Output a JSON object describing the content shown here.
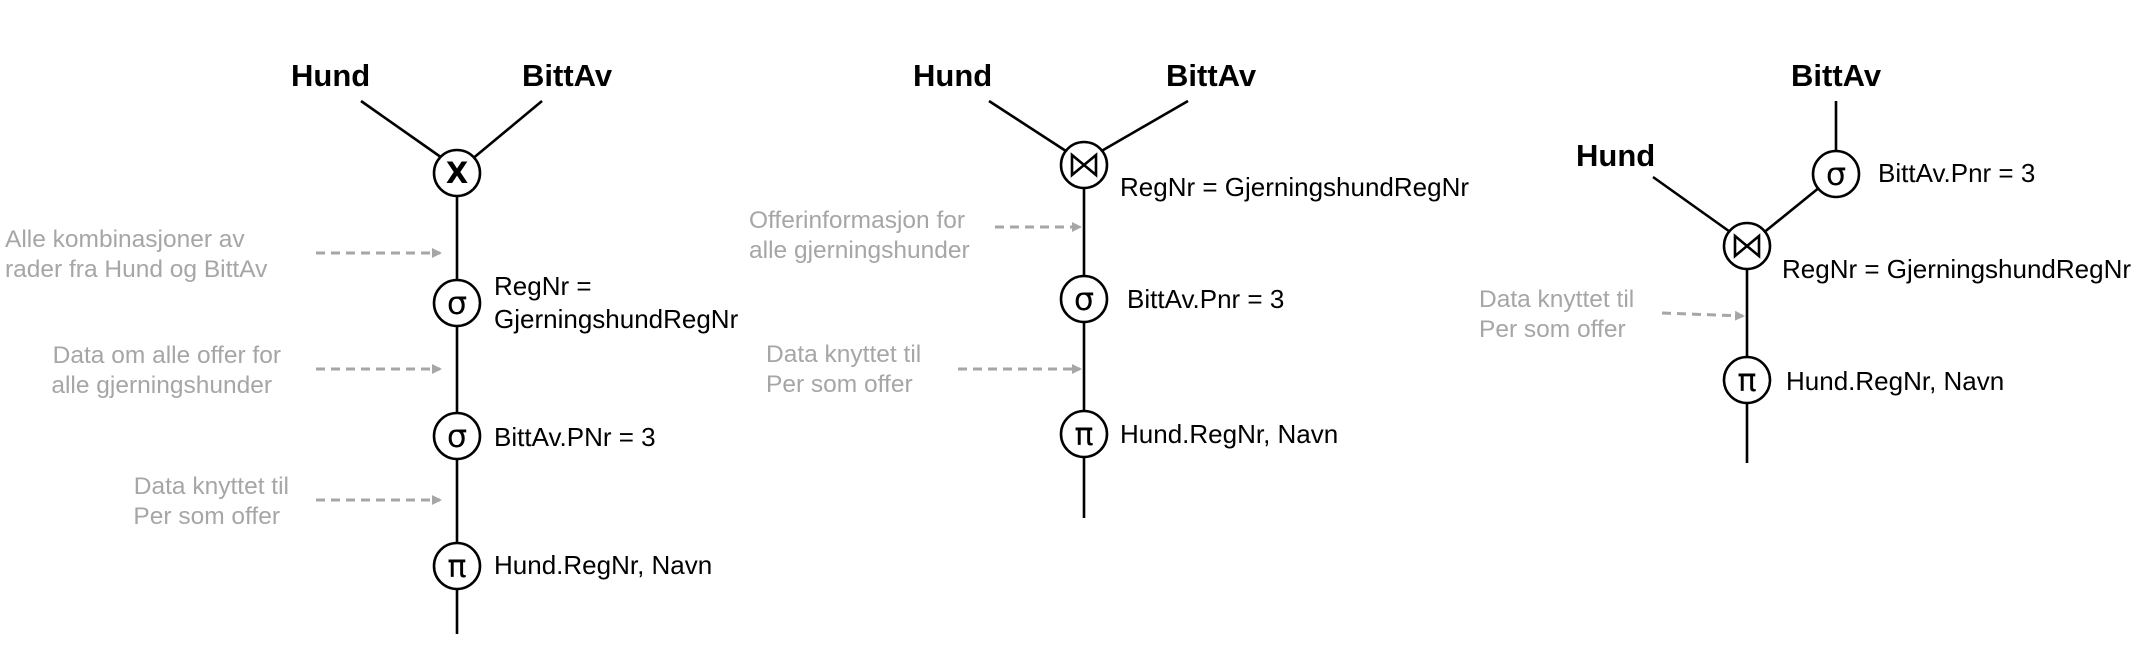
{
  "trees": [
    {
      "relations": {
        "left": "Hund",
        "right": "BittAv"
      },
      "operators": {
        "product": "X",
        "select1": "σ",
        "select1_condition": [
          "RegNr =",
          "GjerningshundRegNr"
        ],
        "select2": "σ",
        "select2_condition": "BittAv.PNr = 3",
        "project": "π",
        "project_attributes": "Hund.RegNr, Navn"
      },
      "annotations": [
        [
          "Alle kombinasjoner av",
          "rader fra Hund og BittAv"
        ],
        [
          "Data om alle offer for",
          "alle gjerningshunder"
        ],
        [
          "Data knyttet til",
          "Per som offer"
        ]
      ]
    },
    {
      "relations": {
        "left": "Hund",
        "right": "BittAv"
      },
      "operators": {
        "join": "⋈",
        "join_condition": "RegNr = GjerningshundRegNr",
        "select": "σ",
        "select_condition": "BittAv.Pnr = 3",
        "project": "π",
        "project_attributes": "Hund.RegNr, Navn"
      },
      "annotations": [
        [
          "Offerinformasjon for",
          "alle gjerningshunder"
        ],
        [
          "Data knyttet til",
          "Per som offer"
        ]
      ]
    },
    {
      "relations": {
        "left": "Hund",
        "right": "BittAv"
      },
      "operators": {
        "select": "σ",
        "select_condition": "BittAv.Pnr = 3",
        "join": "⋈",
        "join_condition": "RegNr = GjerningshundRegNr",
        "project": "π",
        "project_attributes": "Hund.RegNr, Navn"
      },
      "annotations": [
        [
          "Data knyttet til",
          "Per som offer"
        ]
      ]
    }
  ]
}
